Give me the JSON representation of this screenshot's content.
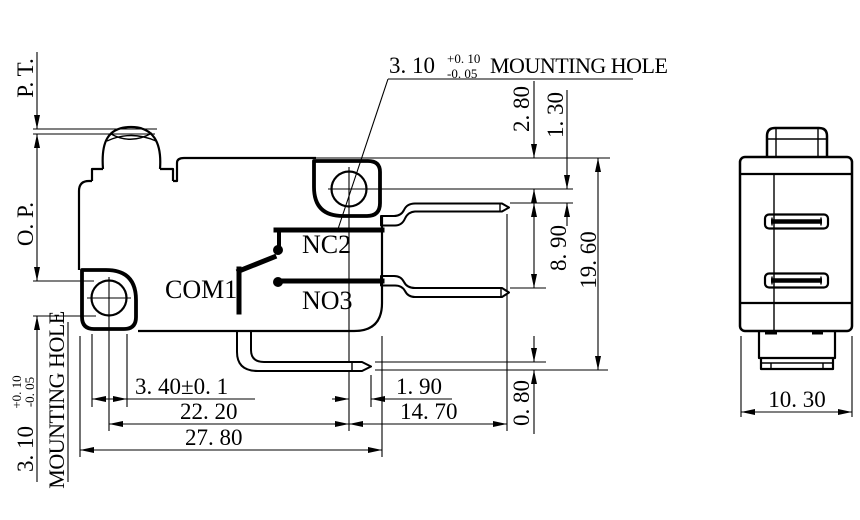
{
  "drawing": {
    "line_color": "#000000",
    "background": "#ffffff",
    "callout_top": {
      "size": "3. 10",
      "tol_plus": "+0. 10",
      "tol_minus": "-0. 05",
      "label": "MOUNTING HOLE"
    },
    "callout_left": {
      "size": "3. 10",
      "tol_plus": "+0. 10",
      "tol_minus": "-0. 05",
      "label": "MOUNTING HOLE"
    },
    "labels": {
      "pretravel": "P. T.",
      "operating_position": "O. P.",
      "common": "COM1",
      "normally_closed": "NC2",
      "normally_open": "NO3"
    },
    "dims": {
      "top_to_hole": "2. 80",
      "hole_to_terminal": "1. 30",
      "terminal_pitch": "8. 90",
      "overall_height": "19. 60",
      "terminal_thickness": "0. 80",
      "com_tip_offset": "1. 90",
      "terminal_reach": "14. 70",
      "hole_width": "3. 40±0. 1",
      "hole_pitch": "22. 20",
      "overall_length": "27. 80",
      "body_depth": "10. 30"
    }
  }
}
